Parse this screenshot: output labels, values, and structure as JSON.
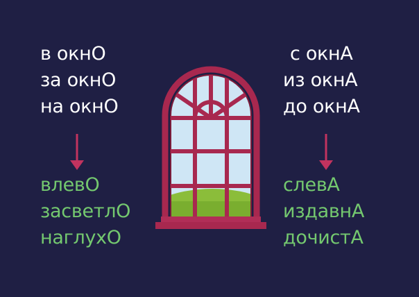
{
  "left": {
    "top_phrases": [
      "в окнО",
      "за окнО",
      "на окнО"
    ],
    "bottom_words": [
      "влевО",
      "засветлО",
      "наглухО"
    ]
  },
  "right": {
    "top_phrases": [
      "с окнА",
      "из окнА",
      "до окнА"
    ],
    "bottom_words": [
      "слевА",
      "издавнА",
      "дочистА"
    ]
  },
  "colors": {
    "background": "#1f1f44",
    "text_white": "#ffffff",
    "text_green": "#74c86f",
    "arrow": "#c2335f",
    "window_frame": "#a8284f",
    "sky": "#cfe6f5",
    "hill": "#8bbd3a"
  }
}
